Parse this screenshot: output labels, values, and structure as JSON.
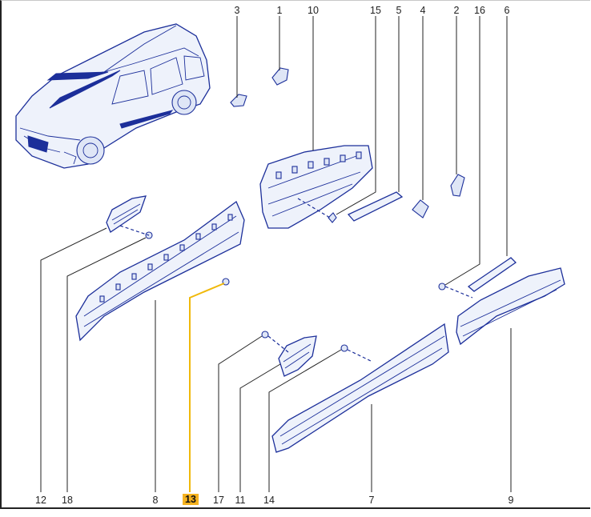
{
  "diagram": {
    "labels": {
      "p3": "3",
      "p1": "1",
      "p10": "10",
      "p15": "15",
      "p5": "5",
      "p4": "4",
      "p2": "2",
      "p16": "16",
      "p6": "6",
      "p12": "12",
      "p18": "18",
      "p8": "8",
      "p13": "13",
      "p17": "17",
      "p11": "11",
      "p14": "14",
      "p7": "7",
      "p9": "9"
    },
    "highlighted_label": "13",
    "colors": {
      "line_art": "#1c2f9a",
      "highlight": "#f5b21f",
      "leader": "#222222"
    }
  }
}
